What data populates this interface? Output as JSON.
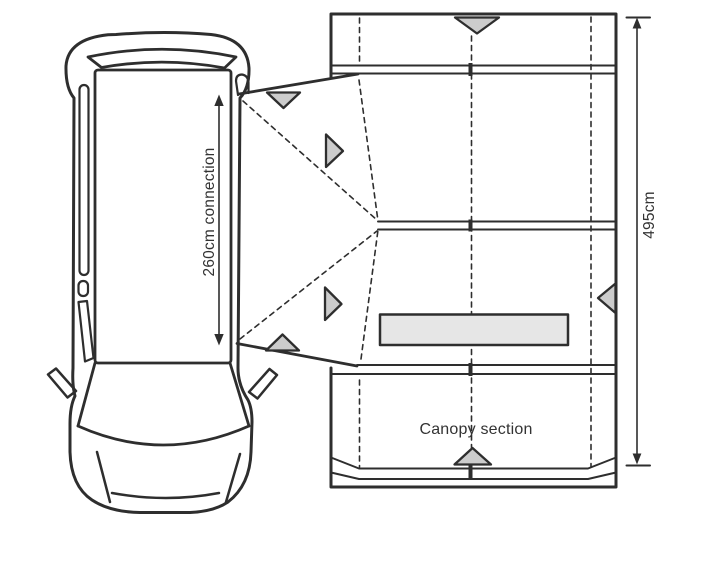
{
  "labels": {
    "connection": "260cm connection",
    "length": "495cm",
    "canopy": "Canopy section"
  },
  "colors": {
    "background": "#ffffff",
    "line": "#2e2e2e",
    "marker_fill": "#cccccc",
    "panel_fill": "#e6e6e6",
    "text": "#333333"
  },
  "icons": {
    "peg_markers": [
      "peg-awning-top-center-down",
      "peg-awning-right-edge-left",
      "peg-awning-bottom-center-up",
      "peg-tunnel-top-down",
      "peg-tunnel-upper-right",
      "peg-tunnel-lower-right",
      "peg-tunnel-bottom-up"
    ]
  }
}
